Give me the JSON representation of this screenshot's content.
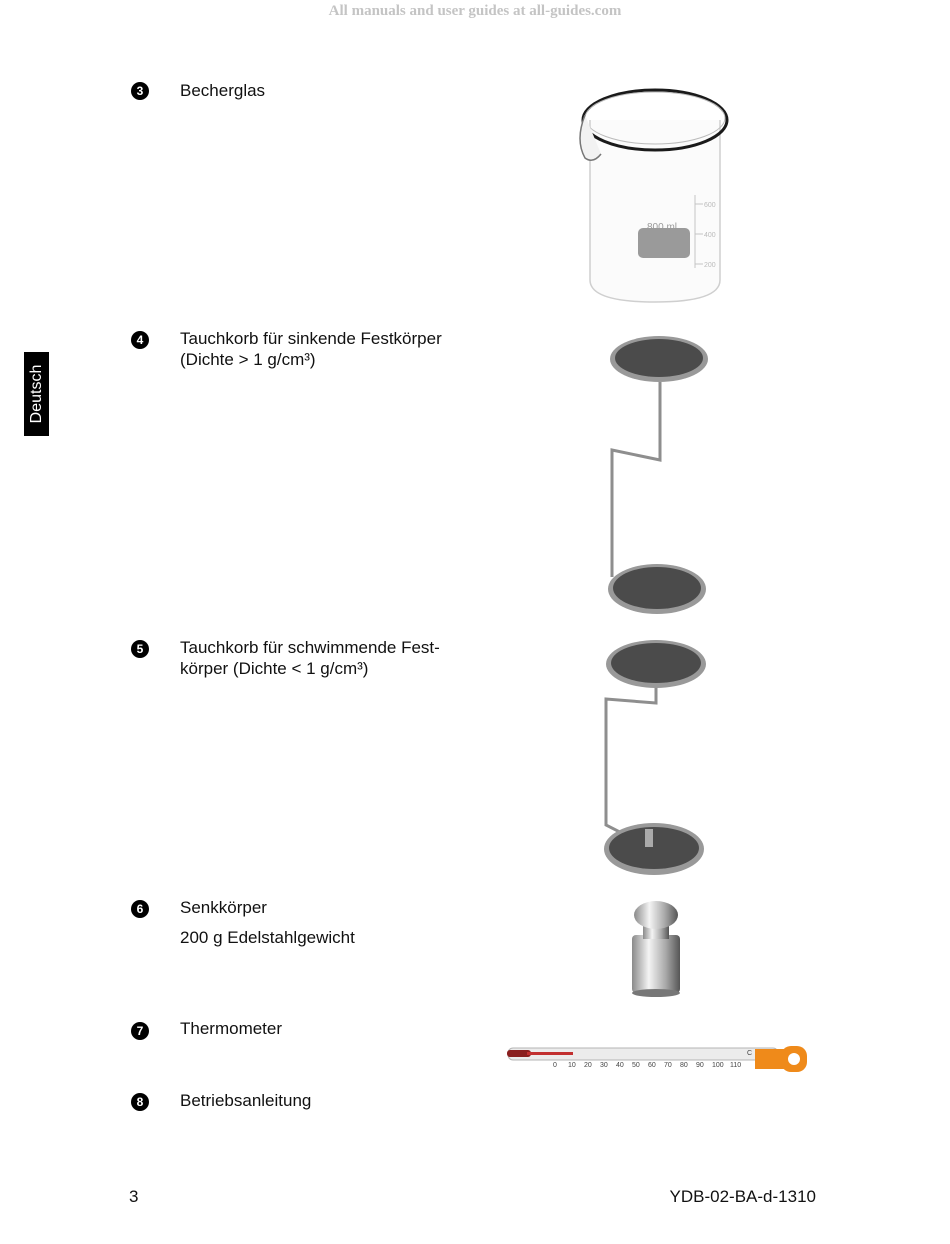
{
  "watermark": "All manuals and user guides at all-guides.com",
  "side_tab": "Deutsch",
  "items": [
    {
      "num": "3",
      "lines": [
        "Becherglas"
      ],
      "icon": "beaker-image"
    },
    {
      "num": "4",
      "lines": [
        "Tauchkorb für sinkende Festkörper",
        "(Dichte > 1 g/cm³)"
      ],
      "icon": "sinking-basket-image"
    },
    {
      "num": "5",
      "lines": [
        "Tauchkorb für schwimmende Fest-",
        "körper (Dichte < 1 g/cm³)"
      ],
      "icon": "floating-basket-image"
    },
    {
      "num": "6",
      "lines": [
        "Senkkörper",
        "200 g Edelstahlgewicht"
      ],
      "icon": "weight-image"
    },
    {
      "num": "7",
      "lines": [
        "Thermometer"
      ],
      "icon": "thermometer-image"
    },
    {
      "num": "8",
      "lines": [
        "Betriebsanleitung"
      ]
    }
  ],
  "beaker": {
    "volume_label": "800 ml",
    "scale": [
      "600",
      "400",
      "200"
    ]
  },
  "thermometer": {
    "scale": [
      "0",
      "10",
      "20",
      "30",
      "40",
      "50",
      "60",
      "70",
      "80",
      "90",
      "100",
      "110"
    ],
    "unit": "C"
  },
  "footer": {
    "page": "3",
    "doc_id": "YDB-02-BA-d-1310"
  }
}
